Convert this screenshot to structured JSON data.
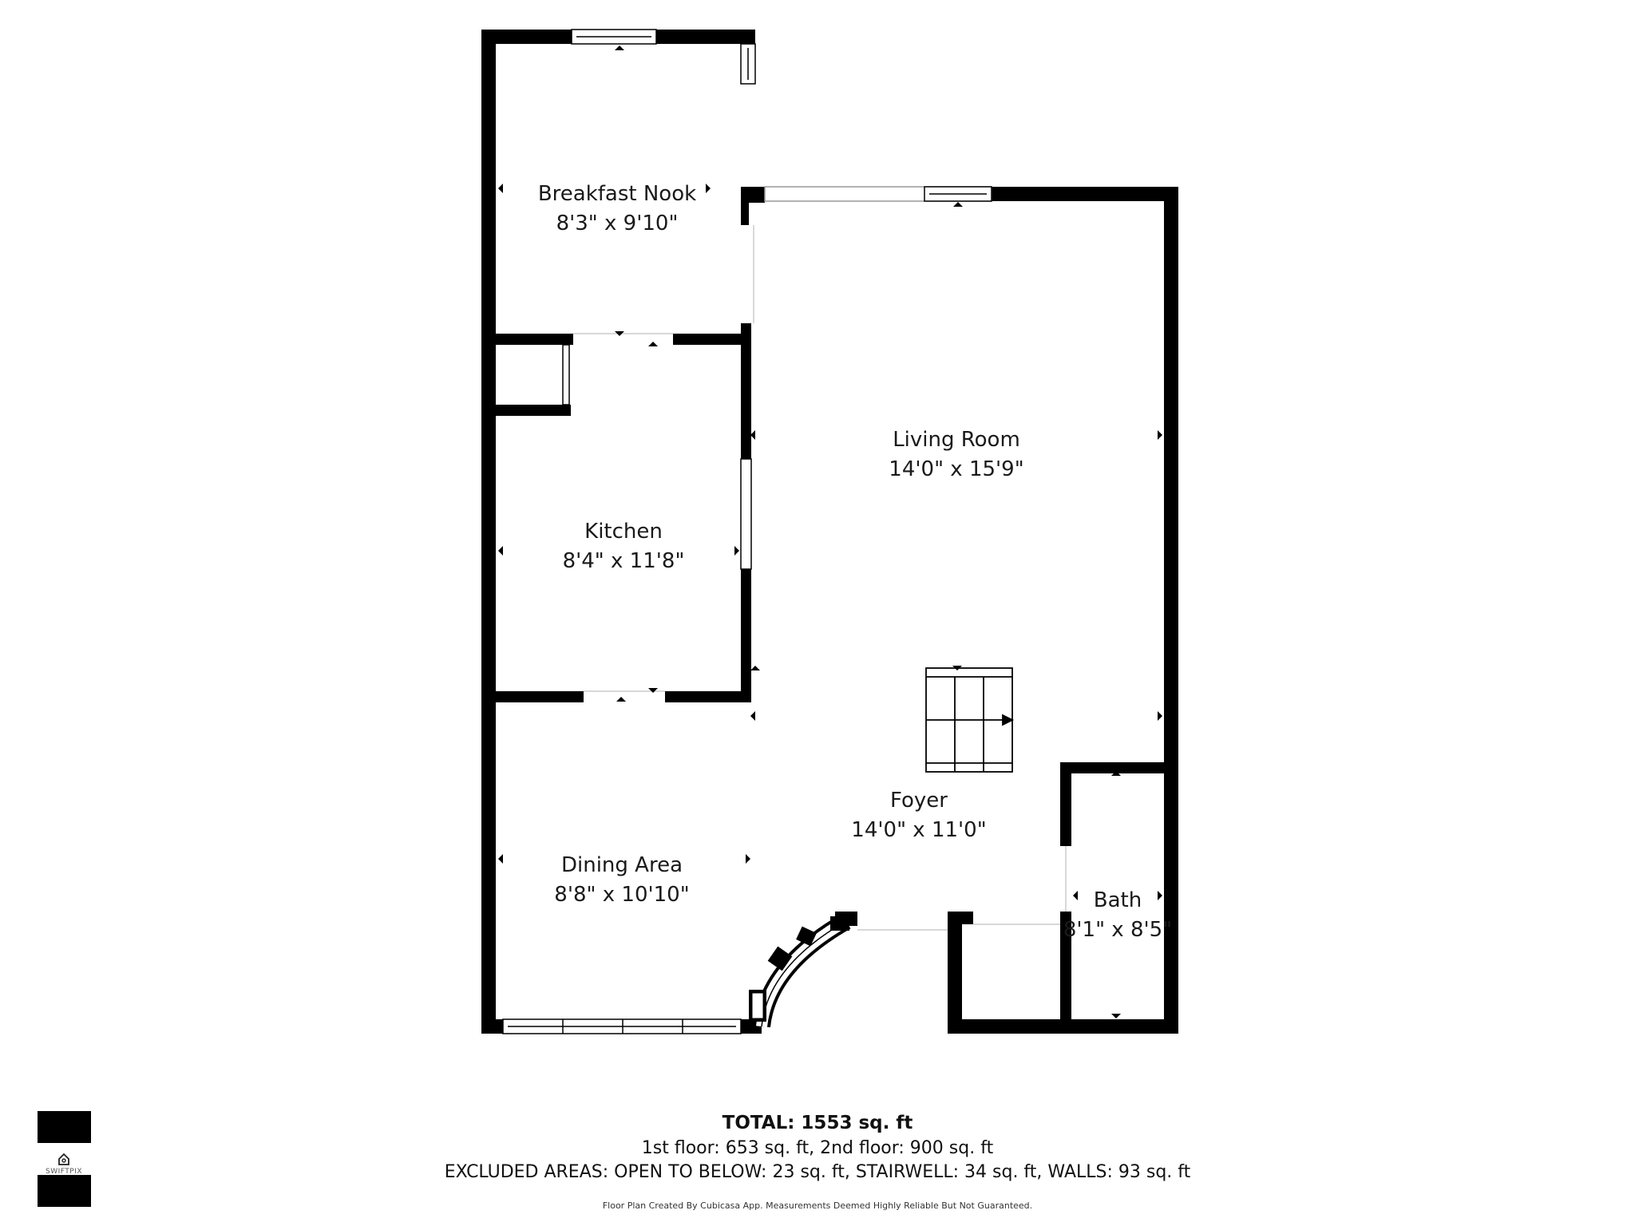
{
  "rooms": {
    "breakfast_nook": {
      "name": "Breakfast Nook",
      "dims": "8'3\" x 9'10\""
    },
    "living_room": {
      "name": "Living Room",
      "dims": "14'0\" x 15'9\""
    },
    "kitchen": {
      "name": "Kitchen",
      "dims": "8'4\" x 11'8\""
    },
    "foyer": {
      "name": "Foyer",
      "dims": "14'0\" x 11'0\""
    },
    "dining_area": {
      "name": "Dining Area",
      "dims": "8'8\" x 10'10\""
    },
    "bath": {
      "name": "Bath",
      "dims": "8'1\" x 8'5\""
    }
  },
  "footer": {
    "total": "TOTAL: 1553 sq. ft",
    "floors": "1st floor: 653 sq. ft, 2nd floor: 900 sq. ft",
    "excluded": "EXCLUDED AREAS: OPEN TO BELOW: 23 sq. ft, STAIRWELL: 34 sq. ft, WALLS: 93 sq. ft",
    "disclaimer": "Floor Plan Created By Cubicasa App. Measurements Deemed Highly Reliable But Not Guaranteed."
  },
  "logo": {
    "text": "SWIFTPIX",
    "icon": "house-icon"
  },
  "colors": {
    "wall": "#000000",
    "background": "#ffffff",
    "text": "#1a1a1a"
  }
}
